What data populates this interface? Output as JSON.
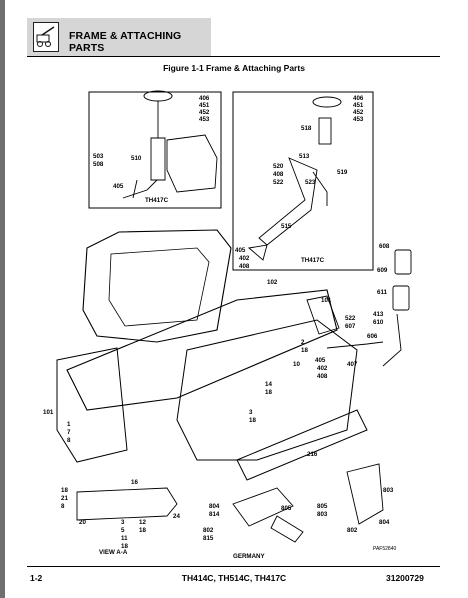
{
  "header": {
    "title": "FRAME & ATTACHING PARTS",
    "logo_icon": "telehandler-icon"
  },
  "figure": {
    "title": "Figure 1-1 Frame & Attaching Parts",
    "inset_left": {
      "labels": [
        "406",
        "451",
        "452",
        "453",
        "510",
        "503",
        "508",
        "405",
        "TH417C"
      ]
    },
    "inset_right": {
      "labels": [
        "406",
        "451",
        "452",
        "453",
        "518",
        "513",
        "520",
        "408",
        "522",
        "523",
        "519",
        "515",
        "405",
        "402",
        "408",
        "TH417C"
      ]
    },
    "main": {
      "labels": [
        "608",
        "609",
        "611",
        "413",
        "610",
        "102",
        "101",
        "522",
        "607",
        "606",
        "2",
        "18",
        "10",
        "405",
        "407",
        "402",
        "408",
        "14",
        "18",
        "3",
        "18",
        "216",
        "101",
        "1",
        "7",
        "8"
      ]
    },
    "view_aa": {
      "labels": [
        "16",
        "18",
        "21",
        "8",
        "20",
        "3",
        "5",
        "11",
        "18",
        "12",
        "18",
        "24"
      ],
      "caption": "VIEW A-A"
    },
    "germany": {
      "labels": [
        "804",
        "814",
        "805",
        "802",
        "815"
      ],
      "caption": "GERMANY"
    },
    "right_detail": {
      "labels": [
        "803",
        "805",
        "803",
        "804",
        "802"
      ]
    },
    "drawing_id": "PAF52840"
  },
  "footer": {
    "page": "1-2",
    "models": "TH414C, TH514C, TH417C",
    "doc_number": "31200729"
  }
}
